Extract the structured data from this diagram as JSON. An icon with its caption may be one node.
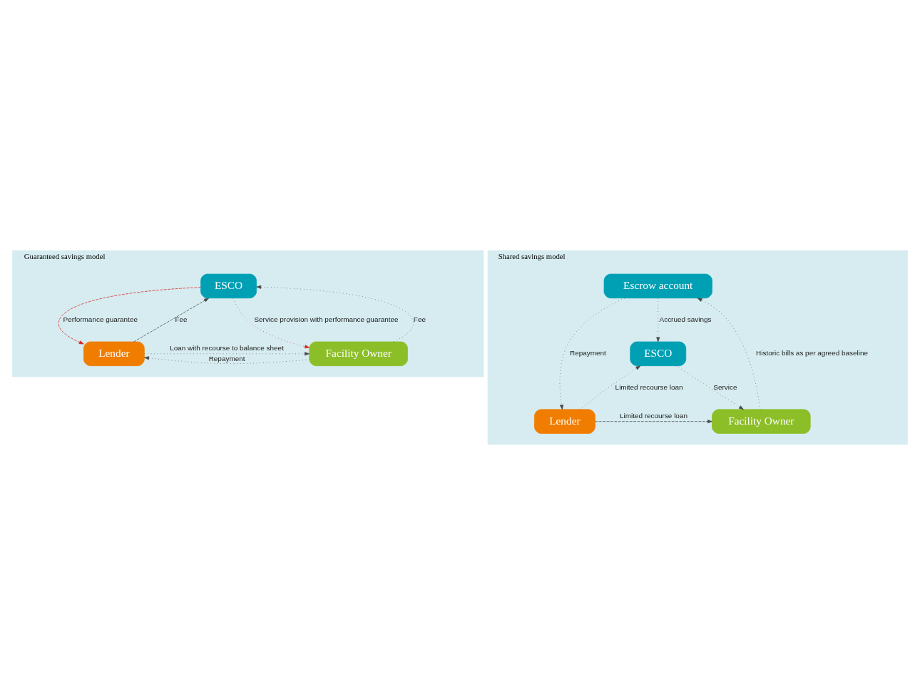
{
  "diagram": {
    "nodes": [
      {
        "text": [
          "Guaranteed savings model"
        ]
      },
      {
        "text": [
          "Lender"
        ],
        "in": 0
      },
      {
        "text": [
          "Facility Owner"
        ],
        "in": 0
      },
      {
        "text": [
          "ESCO"
        ],
        "in": 0
      },
      {
        "text": [
          "Shared savings model"
        ]
      },
      {
        "text": [
          "Lender"
        ],
        "in": 4
      },
      {
        "text": [
          "Facility Owner"
        ],
        "in": 4
      },
      {
        "text": [
          "Escrow account"
        ],
        "in": 4
      },
      {
        "text": [
          "ESCO"
        ],
        "in": 4
      }
    ],
    "edges": [
      {
        "from": 1,
        "to": 2,
        "arrow": "to",
        "label": "Loan with recourse to balance sheet"
      },
      {
        "from": 2,
        "to": 1,
        "arrow": "to",
        "label": "Repayment"
      },
      {
        "from": 3,
        "to": 1,
        "arrow": "to",
        "label": "Performance guarantee",
        "style": "dashed",
        "color": "#d7261e"
      },
      {
        "from": 3,
        "to": 2,
        "arrow": "to",
        "label": "Service provision with performance guarantee",
        "color": "#d7261e"
      },
      {
        "from": 1,
        "to": 3,
        "arrow": "to",
        "label": "Fee",
        "style": "dashed"
      },
      {
        "from": 2,
        "to": 3,
        "arrow": "to",
        "label": "Fee"
      },
      {
        "from": 5,
        "to": 6,
        "arrow": "to",
        "label": "Limited recourse loan",
        "style": "dashed"
      },
      {
        "from": 7,
        "to": 5,
        "arrow": "to",
        "label": "Repayment"
      },
      {
        "from": 6,
        "to": 7,
        "arrow": "to",
        "label": "Historic bills as per agreed baseline"
      },
      {
        "from": 7,
        "to": 8,
        "arrow": "to",
        "label": "Accrued savings"
      },
      {
        "from": 5,
        "to": 8,
        "arrow": "to",
        "label": "Limited recourse loan"
      },
      {
        "from": 8,
        "to": 6,
        "arrow": "to",
        "label": "Service"
      }
    ]
  }
}
